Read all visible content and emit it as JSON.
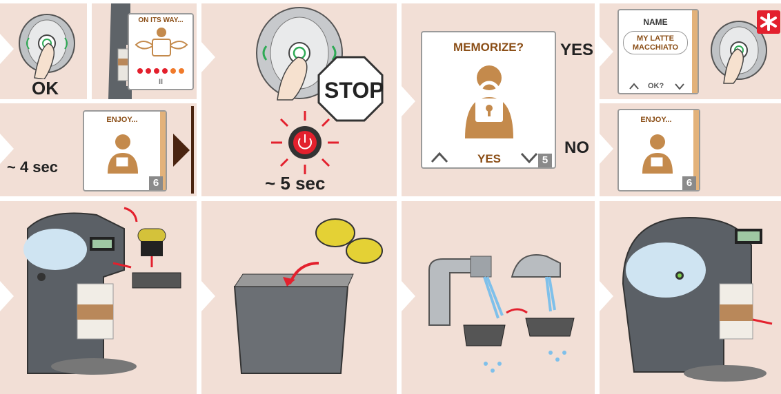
{
  "step1": {
    "ok_label": "OK",
    "on_its_way": "ON ITS WAY...",
    "pause_glyph": "II"
  },
  "step2": {
    "duration": "~ 4 sec",
    "enjoy": "ENJOY...",
    "step_number": "6"
  },
  "step3": {
    "stop_label": "STOP",
    "duration": "~ 5 sec"
  },
  "step4": {
    "memorize": "MEMORIZE?",
    "yes_option": "YES",
    "step_number": "5"
  },
  "step5": {
    "yes_label": "YES",
    "no_label": "NO"
  },
  "step6": {
    "name_title": "NAME",
    "name_value_line1": "MY LATTE",
    "name_value_line2": "MACCHIATO",
    "ok_prompt": "OK?"
  },
  "step7": {
    "enjoy": "ENJOY...",
    "step_number": "6"
  },
  "colors": {
    "panel_bg": "#f2dfd6",
    "brand_red": "#e3202d",
    "accent_orange": "#e3b27a",
    "text_brown": "#8a4d15"
  }
}
